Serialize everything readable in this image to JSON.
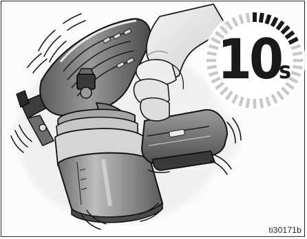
{
  "timer": {
    "seconds": "10",
    "unit": "s",
    "ticks_total": 40,
    "ticks_active": 8,
    "active_color": "#1a1a1a",
    "inactive_color": "#c8c8c8"
  },
  "figure": {
    "id_label": "ti30171b"
  },
  "icons": {
    "sprayer": "paint-sprayer-icon",
    "hand": "hand-icon",
    "battery": "battery-icon",
    "motion": "vibration-lines-icon"
  }
}
